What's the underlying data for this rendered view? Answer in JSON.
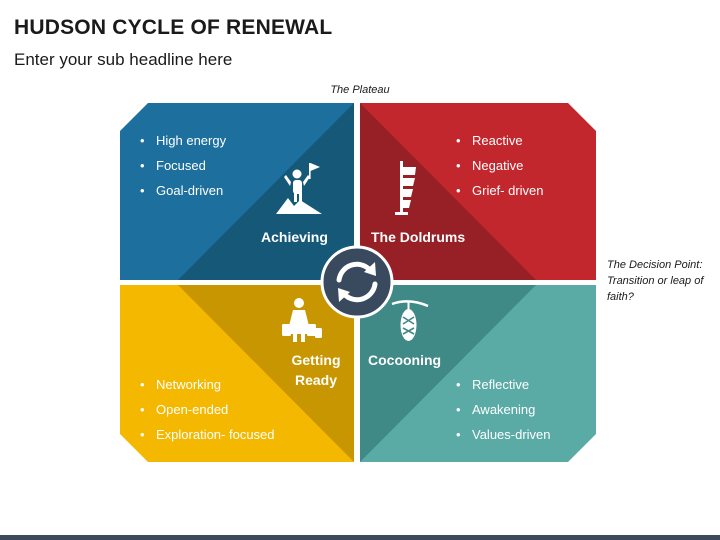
{
  "header": {
    "title": "HUDSON CYCLE OF RENEWAL",
    "subtitle": "Enter your sub headline here"
  },
  "notes": {
    "top": "The Plateau",
    "right": "The Decision Point: Transition or leap of faith?"
  },
  "colors": {
    "blue": "#1d6f9e",
    "blue_dark": "#155878",
    "red": "#c1272d",
    "red_dark": "#962025",
    "yellow": "#f5b800",
    "yellow_dark": "#c89600",
    "teal": "#5aaba6",
    "teal_dark": "#3f8986",
    "center": "#3a4a5e"
  },
  "quadrants": {
    "achieving": {
      "label": "Achieving",
      "icon": "summit-person-flag-icon",
      "bullets": [
        "High energy",
        "Focused",
        "Goal-driven"
      ]
    },
    "doldrums": {
      "label": "The Doldrums",
      "icon": "windsock-icon",
      "bullets": [
        "Reactive",
        "Negative",
        "Grief- driven"
      ]
    },
    "getting_ready": {
      "label_line1": "Getting",
      "label_line2": "Ready",
      "icon": "person-with-bags-icon",
      "bullets": [
        "Networking",
        "Open-ended",
        "Exploration- focused"
      ]
    },
    "cocooning": {
      "label": "Cocooning",
      "icon": "cocoon-icon",
      "bullets": [
        "Reflective",
        "Awakening",
        "Values-driven"
      ]
    }
  },
  "center_icon": "cycle-arrows-icon"
}
